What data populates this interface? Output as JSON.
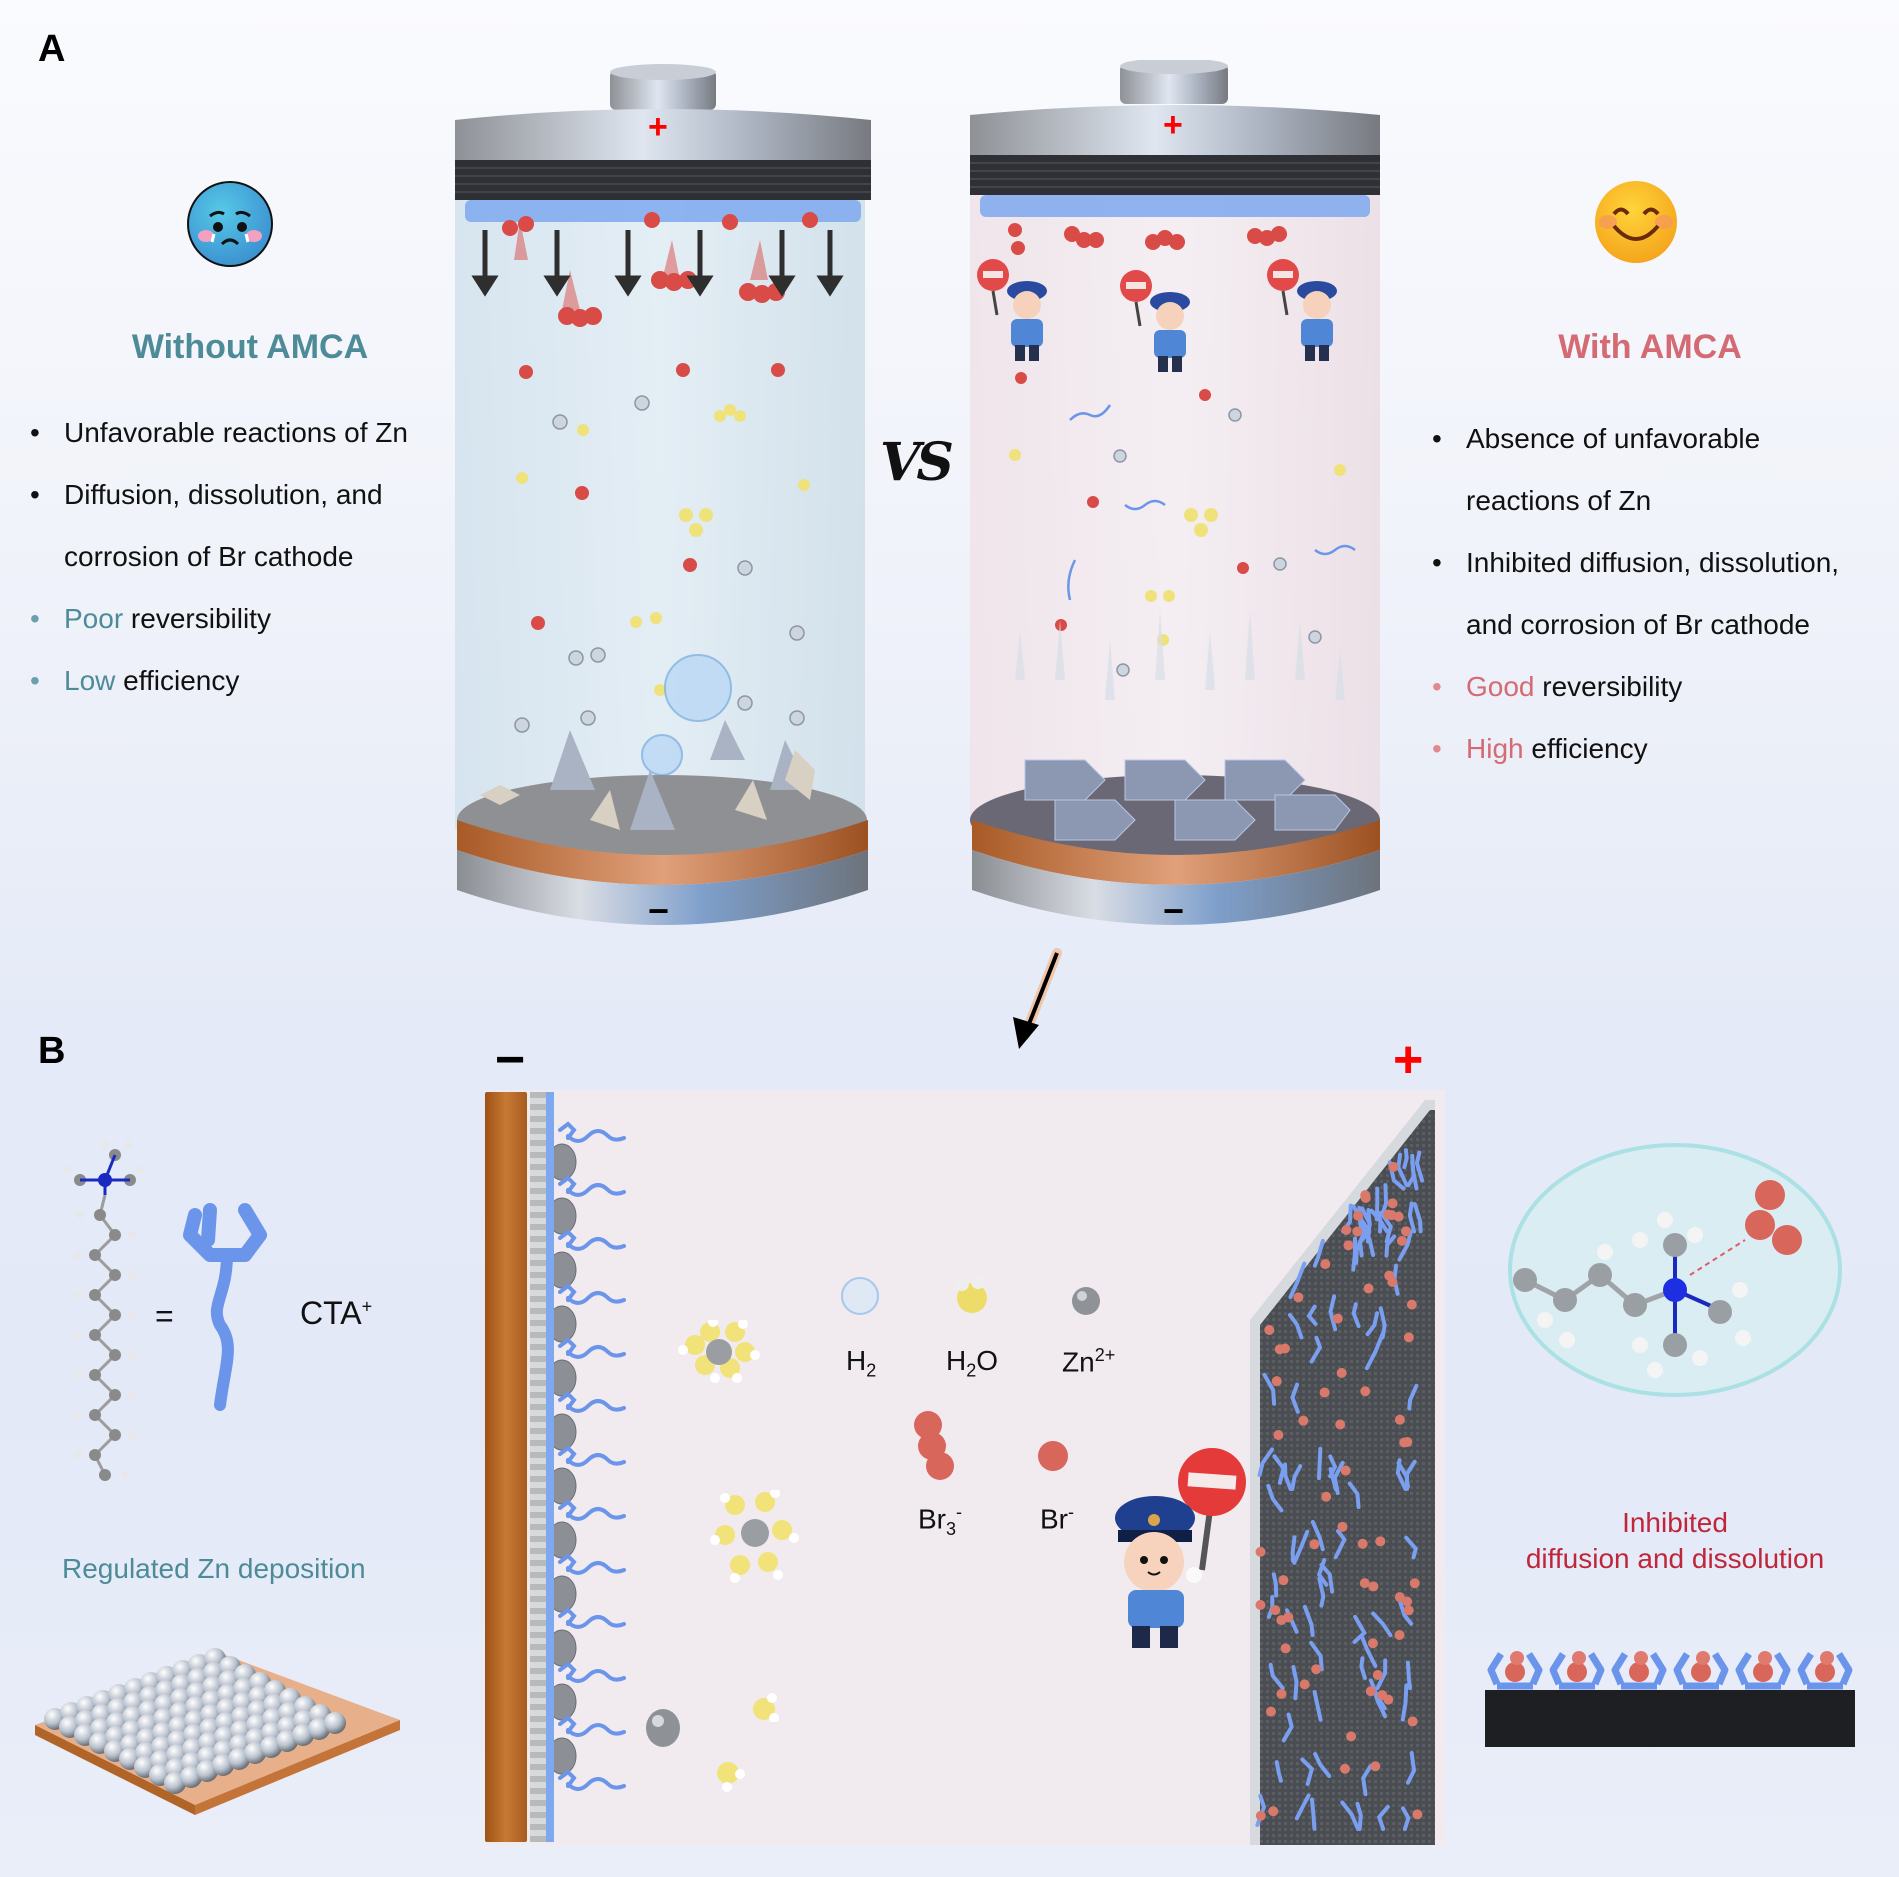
{
  "panel_a": {
    "letter": "A",
    "left": {
      "emoji": "crying-face-icon",
      "heading": "Without AMCA",
      "bullets": [
        {
          "plain": "Unfavorable reactions of Zn"
        },
        {
          "plain": "Diffusion, dissolution, and",
          "continuation": "corrosion of Br cathode"
        },
        {
          "highlight": "Poor",
          "rest": " reversibility"
        },
        {
          "highlight": "Low",
          "rest": " efficiency"
        }
      ]
    },
    "vs_label": "VS",
    "right": {
      "emoji": "smiling-face-icon",
      "heading": "With AMCA",
      "bullets": [
        {
          "plain": "Absence of unfavorable",
          "continuation": "reactions of Zn"
        },
        {
          "plain": "Inhibited diffusion, dissolution,",
          "continuation": "and corrosion of Br cathode"
        },
        {
          "highlight": "Good",
          "rest": " reversibility"
        },
        {
          "highlight": "High",
          "rest": " efficiency"
        }
      ]
    },
    "battery_left": {
      "positive": "+",
      "negative": "−"
    },
    "battery_right": {
      "positive": "+",
      "negative": "−"
    }
  },
  "panel_b": {
    "letter": "B",
    "equals": "=",
    "cta_label": "CTA",
    "cta_charge": "+",
    "left_caption": "Regulated Zn deposition",
    "negative_sign": "−",
    "positive_sign": "+",
    "legend": [
      {
        "name": "H",
        "sub": "2",
        "tail": "",
        "sup": "",
        "icon": "hydrogen-bubble-icon"
      },
      {
        "name": "H",
        "sub": "2",
        "tail": "O",
        "sup": "",
        "icon": "water-molecule-icon"
      },
      {
        "name": "Zn",
        "sub": "",
        "tail": "",
        "sup": "2+",
        "icon": "zinc-ion-icon"
      },
      {
        "name": "Br",
        "sub": "3",
        "tail": "",
        "sup": "-",
        "icon": "tribromide-icon"
      },
      {
        "name": "Br",
        "sub": "",
        "tail": "",
        "sup": "-",
        "icon": "bromide-icon"
      }
    ],
    "right_caption_line1": "Inhibited",
    "right_caption_line2": "diffusion and dissolution"
  },
  "colors": {
    "teal": "#4e8b98",
    "rose": "#d46a73",
    "crimson": "#c0263a",
    "cta_blue": "#6b95ea",
    "bromine": "#d9665a",
    "copper": "#b8672a",
    "plus_red": "#ff0000"
  }
}
